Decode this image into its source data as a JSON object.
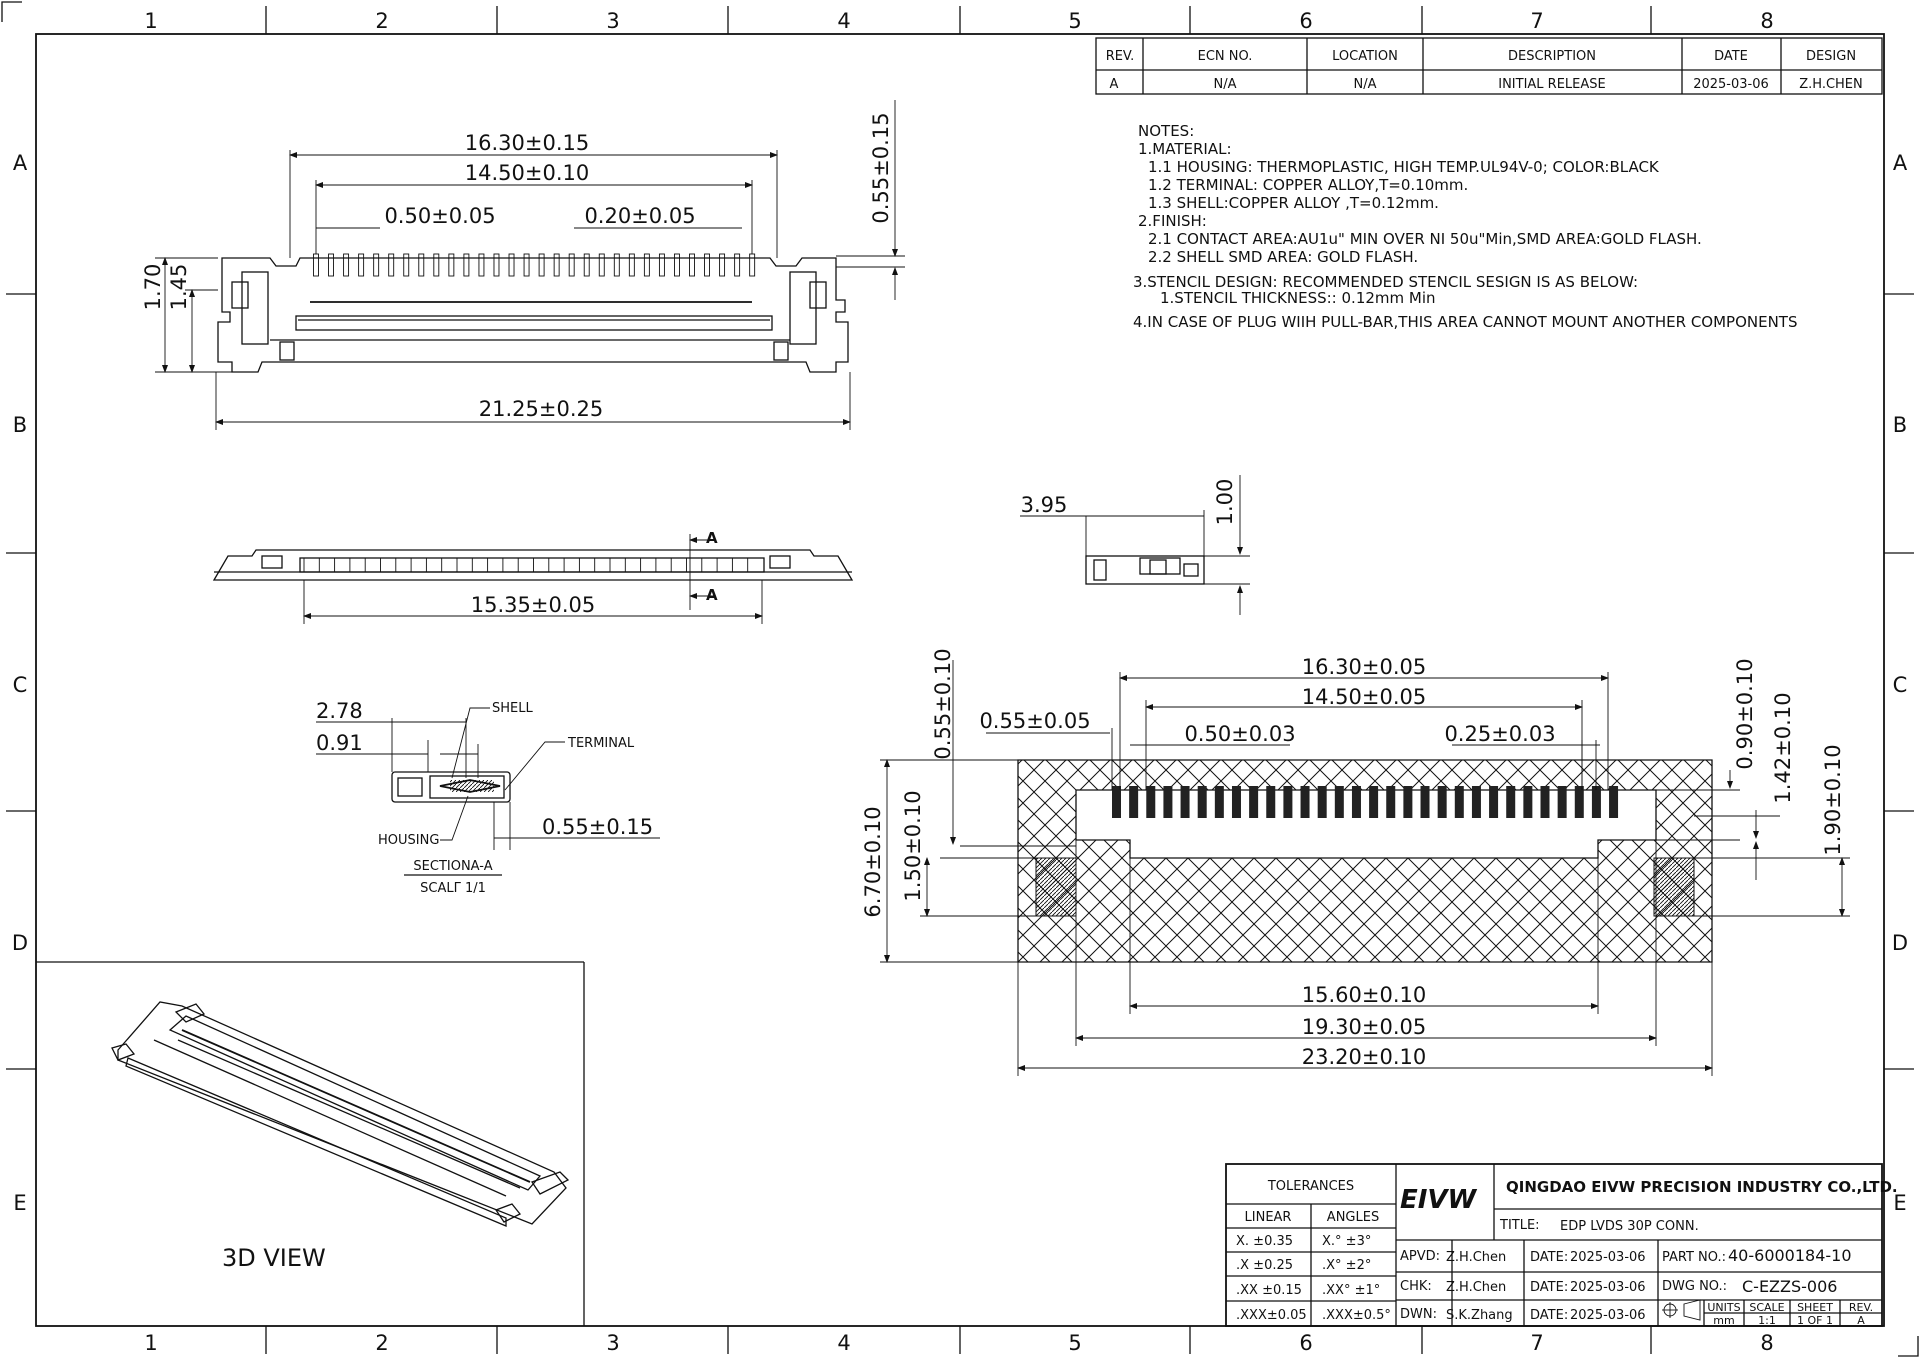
{
  "zone_columns": [
    "1",
    "2",
    "3",
    "4",
    "5",
    "6",
    "7",
    "8"
  ],
  "zone_rows": [
    "A",
    "B",
    "C",
    "D",
    "E"
  ],
  "revision_table": {
    "headers": [
      "REV.",
      "ECN NO.",
      "LOCATION",
      "DESCRIPTION",
      "DATE",
      "DESIGN"
    ],
    "row": [
      "A",
      "N/A",
      "N/A",
      "INITIAL RELEASE",
      "2025-03-06",
      "Z.H.CHEN"
    ]
  },
  "notes": [
    "NOTES:",
    "1.MATERIAL:",
    "1.1 HOUSING:  THERMOPLASTIC, HIGH TEMP.UL94V-0;  COLOR:BLACK",
    "1.2 TERMINAL:  COPPER ALLOY,T=0.10mm.",
    "1.3 SHELL:COPPER ALLOY ,T=0.12mm.",
    "2.FINISH:",
    "2.1 CONTACT AREA:AU1u\"  MIN OVER NI 50u\"Min,SMD AREA:GOLD FLASH.",
    "2.2 SHELL SMD AREA:  GOLD FLASH.",
    "3.STENCIL DESIGN:  RECOMMENDED STENCIL SESIGN IS AS BELOW:",
    "1.STENCIL THICKNESS:: 0.12mm  Min",
    "4.IN CASE OF PLUG WIIH PULL-BAR,THIS AREA CANNOT MOUNT ANOTHER COMPONENTS"
  ],
  "top_view": {
    "dim_overall_pitch_span": "16.30±0.15",
    "dim_pin_span": "14.50±0.10",
    "dim_pitch": "0.50±0.05",
    "dim_pin_width": "0.20±0.05",
    "dim_tail": "0.55±0.15",
    "dim_height_1": "1.70",
    "dim_height_2": "1.45",
    "dim_total_width": "21.25±0.25"
  },
  "front_view": {
    "dim_span": "15.35±0.05",
    "section_marker": "A"
  },
  "side_view": {
    "dim_depth": "3.95",
    "dim_height": "1.00"
  },
  "section": {
    "dim_a": "2.78",
    "dim_b": "0.91",
    "dim_c": "0.55±0.15",
    "label_shell": "SHELL",
    "label_terminal": "TERMINAL",
    "label_housing": "HOUSING",
    "title": "SECTIONA-A",
    "scale": "SCALΓ 1/1"
  },
  "footprint": {
    "dim_top_1": "16.30±0.05",
    "dim_top_2": "14.50±0.05",
    "dim_pad_gap": "0.55±0.05",
    "dim_pitch": "0.50±0.03",
    "dim_pad_w": "0.25±0.03",
    "dim_left_v": "0.55±0.10",
    "dim_right_v1": "0.90±0.10",
    "dim_right_v2": "1.42±0.10",
    "dim_right_v3": "1.90±0.10",
    "dim_height": "6.70±0.10",
    "dim_height_2": "1.50±0.10",
    "dim_bottom_1": "15.60±0.10",
    "dim_bottom_2": "19.30±0.05",
    "dim_bottom_3": "23.20±0.10"
  },
  "view_3d_label": "3D VIEW",
  "title_block": {
    "tolerances_header": "TOLERANCES",
    "linear_header": "LINEAR",
    "angles_header": "ANGLES",
    "linear": [
      "X.   ±0.35",
      ".X   ±0.25",
      ".XX  ±0.15",
      ".XXX±0.05"
    ],
    "angles": [
      "X.°  ±3°",
      ".X°  ±2°",
      ".XX°  ±1°",
      ".XXX±0.5°"
    ],
    "logo": "EIVW",
    "company": "QINGDAO EIVW PRECISION INDUSTRY CO.,LTD.",
    "title_label": "TITLE:",
    "title": "EDP LVDS 30P CONN.",
    "apvd_label": "APVD:",
    "apvd": "Z.H.Chen",
    "chk_label": "CHK:",
    "chk": "Z.H.Chen",
    "dwn_label": "DWN:",
    "dwn": "S.K.Zhang",
    "date_label": "DATE:",
    "date": "2025-03-06",
    "part_no_label": "PART NO.:",
    "part_no": "40-6000184-10",
    "dwg_no_label": "DWG NO.:",
    "dwg_no": "C-EZZS-006",
    "units_label": "UNITS",
    "units": "mm",
    "scale_label": "SCALE",
    "scale": "1:1",
    "sheet_label": "SHEET",
    "sheet": "1 OF 1",
    "rev_label": "REV.",
    "rev": "A"
  }
}
